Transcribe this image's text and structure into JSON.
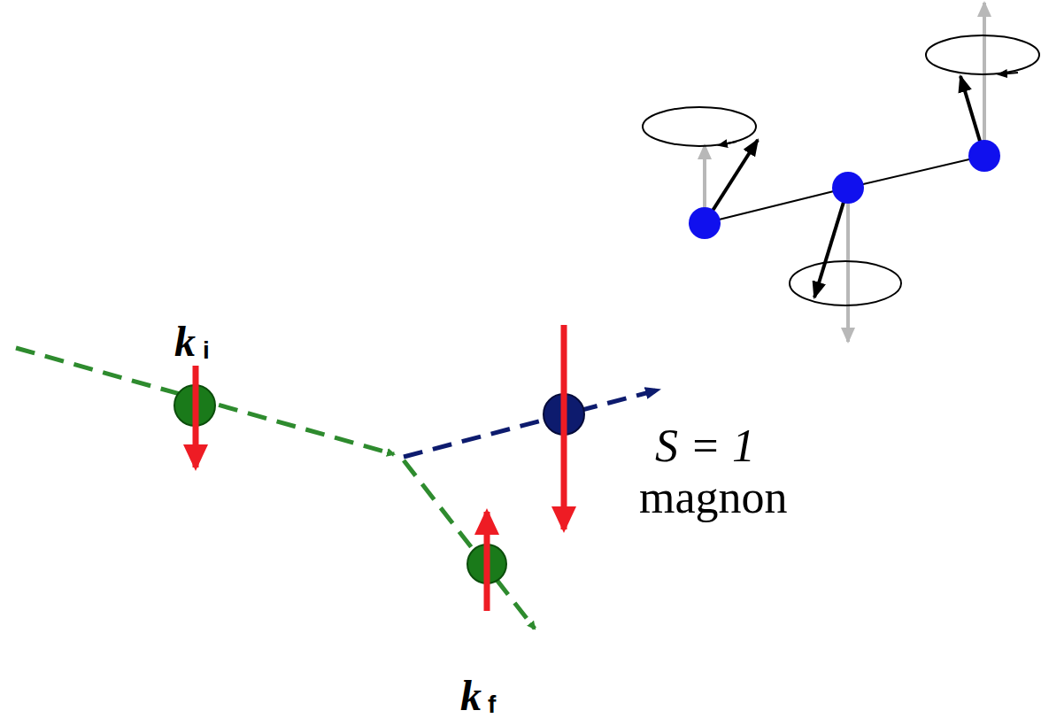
{
  "diagram": {
    "labels": [
      "k",
      "i",
      "S = 1",
      "magnon",
      "k",
      "f"
    ]
  }
}
